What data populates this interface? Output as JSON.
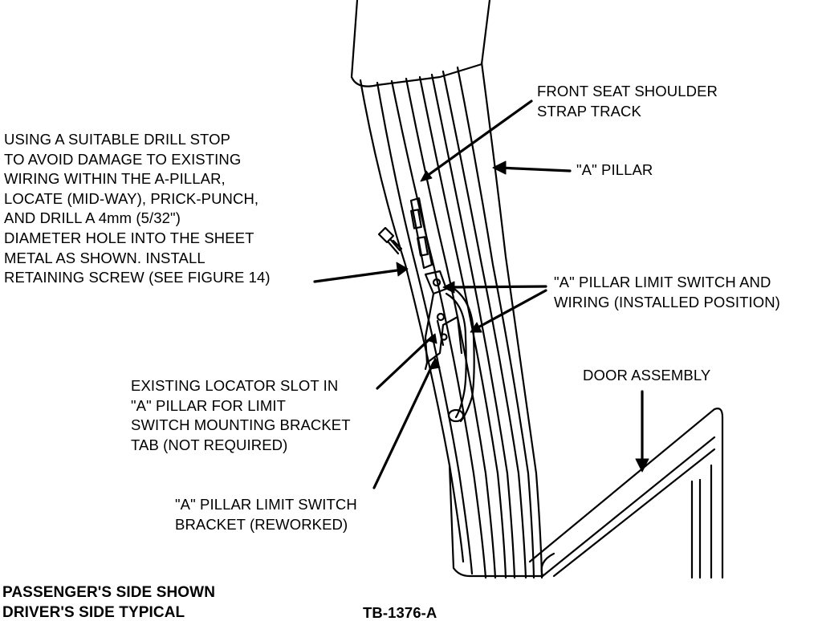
{
  "labels": {
    "strap_track": [
      "FRONT SEAT SHOULDER",
      "STRAP TRACK"
    ],
    "a_pillar": "\"A\" PILLAR",
    "drill_instructions": [
      "USING A SUITABLE DRILL STOP",
      "TO AVOID DAMAGE TO EXISTING",
      "WIRING WITHIN THE A-PILLAR,",
      "LOCATE (MID-WAY), PRICK-PUNCH,",
      "AND DRILL A 4mm (5/32\")",
      "DIAMETER HOLE INTO THE SHEET",
      "METAL AS SHOWN. INSTALL",
      "RETAINING SCREW (SEE FIGURE 14)"
    ],
    "limit_switch": [
      "\"A\" PILLAR LIMIT SWITCH AND",
      "WIRING (INSTALLED POSITION)"
    ],
    "door_assembly": "DOOR ASSEMBLY",
    "locator_slot": [
      "EXISTING LOCATOR SLOT IN",
      "\"A\" PILLAR FOR LIMIT",
      "SWITCH MOUNTING BRACKET",
      "TAB (NOT REQUIRED)"
    ],
    "bracket": [
      "\"A\" PILLAR LIMIT SWITCH",
      "BRACKET (REWORKED)"
    ],
    "notes": [
      "PASSENGER'S SIDE SHOWN",
      "DRIVER'S SIDE TYPICAL"
    ],
    "figure_id": "TB-1376-A"
  },
  "colors": {
    "ink": "#000000",
    "paper": "#ffffff"
  }
}
